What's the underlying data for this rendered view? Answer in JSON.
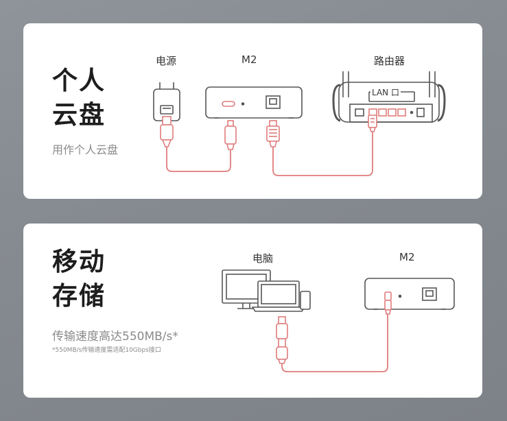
{
  "cloud": {
    "title_line1": "个人",
    "title_line2": "云盘",
    "subtitle": "用作个人云盘",
    "label_power": "电源",
    "label_device": "M2",
    "label_router": "路由器",
    "label_lan": "LAN 口"
  },
  "storage": {
    "title_line1": "移动",
    "title_line2": "存储",
    "subtitle": "传输速度高达550MB/s*",
    "footnote": "*550MB/s传输速度需适配10Gbps接口",
    "label_computer": "电脑",
    "label_device": "M2"
  },
  "colors": {
    "cable": "#e07b7b",
    "stroke": "#555555",
    "card": "#ffffff",
    "background": "#878c92"
  }
}
